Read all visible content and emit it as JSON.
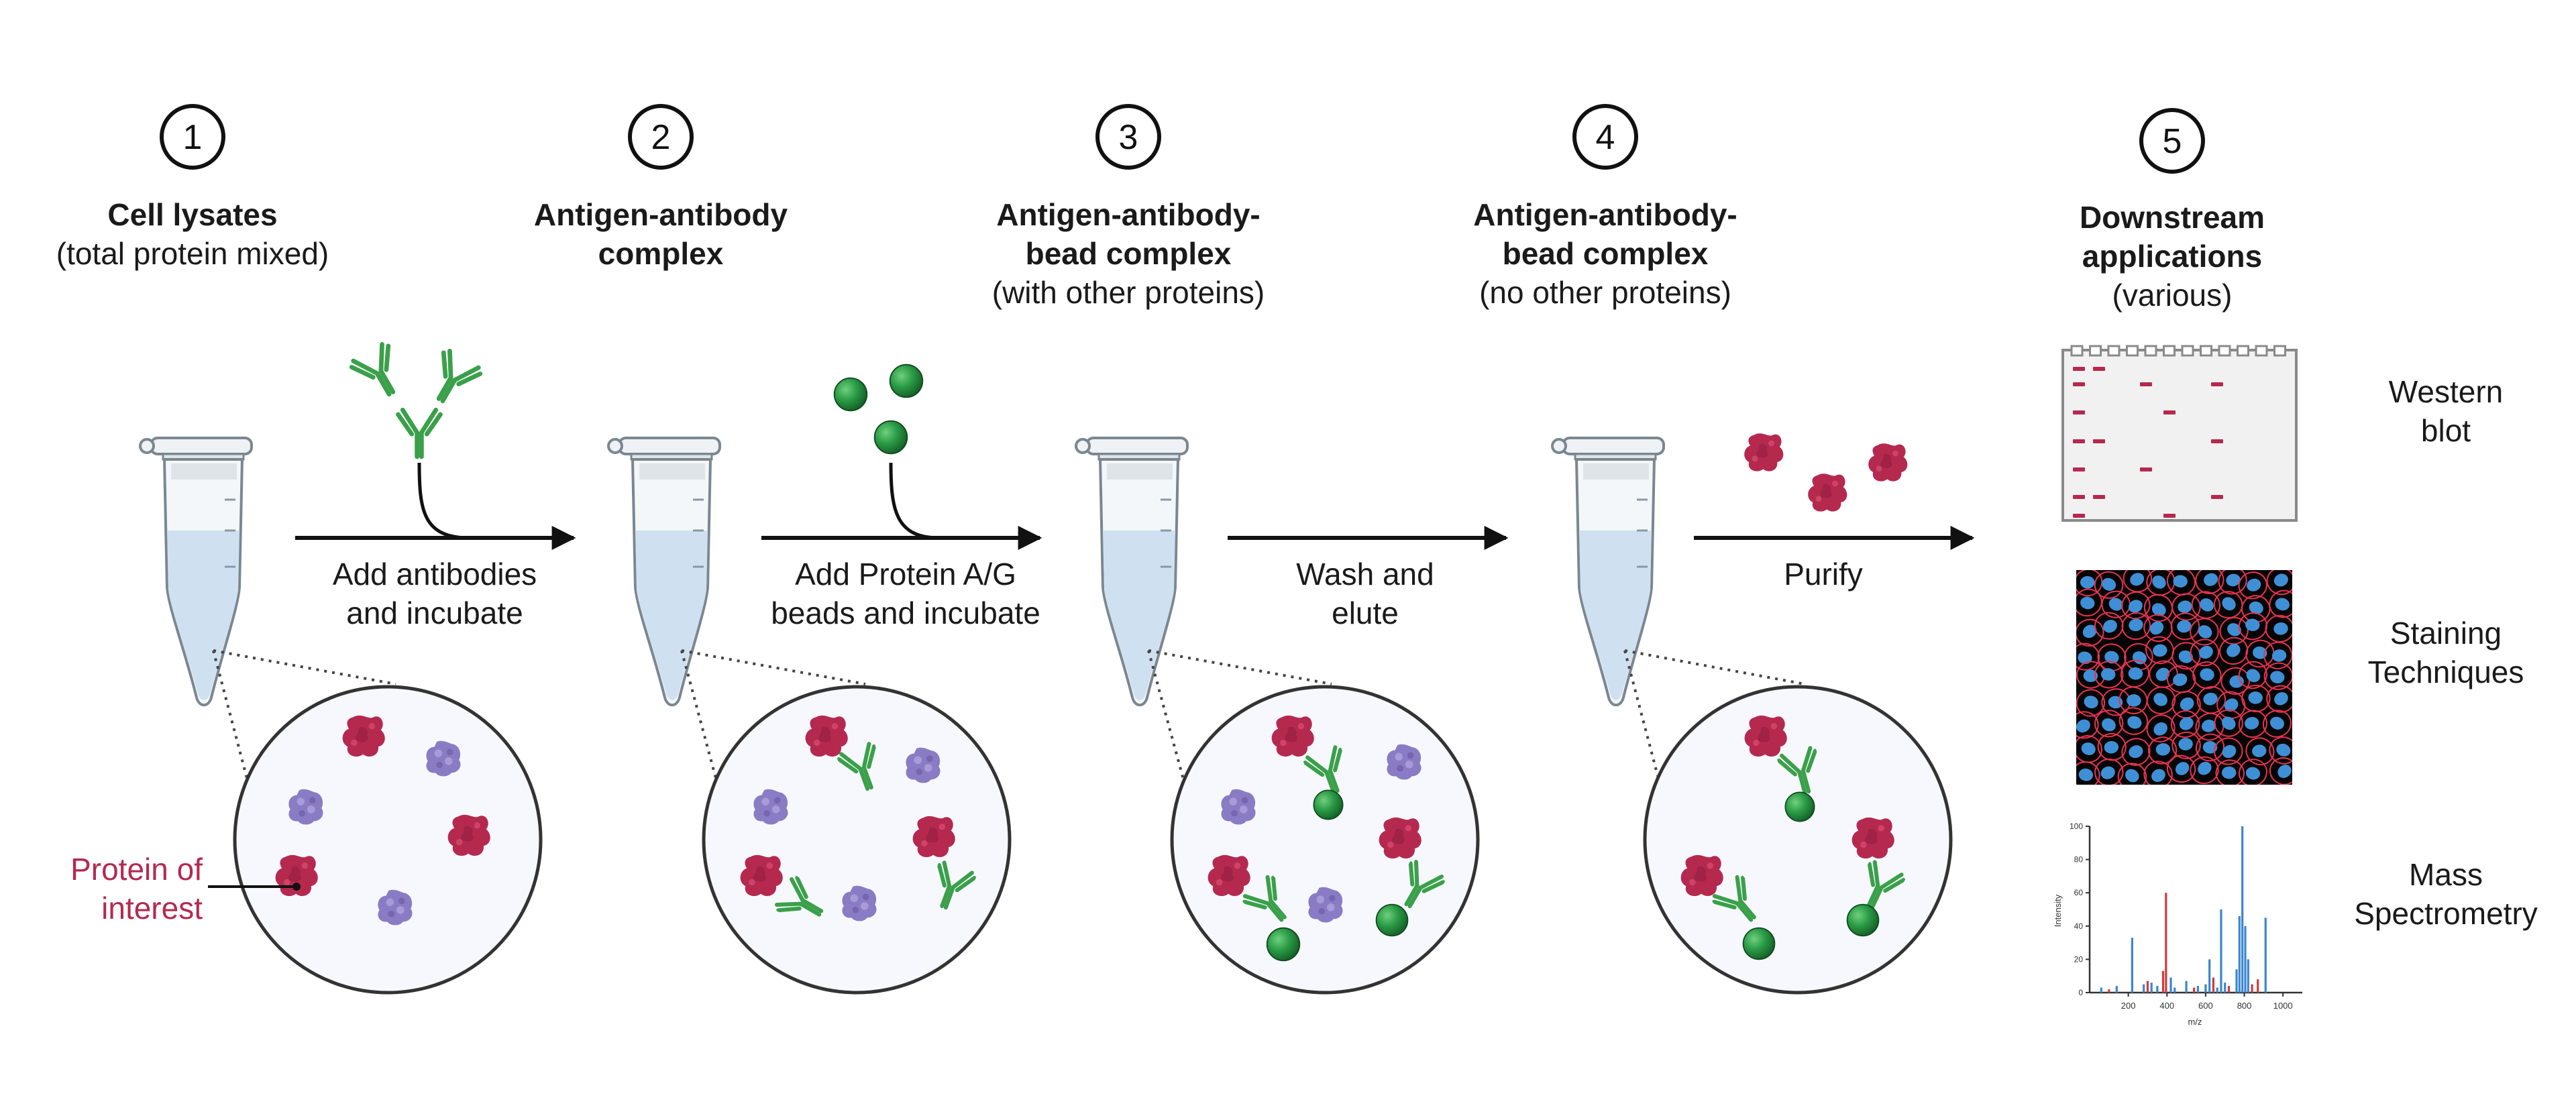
{
  "steps": [
    {
      "number": "1",
      "title_bold": "Cell lysates",
      "title_bold_2": "",
      "subtitle": "(total protein mixed)"
    },
    {
      "number": "2",
      "title_bold": "Antigen-antibody",
      "title_bold_2": "complex",
      "subtitle": ""
    },
    {
      "number": "3",
      "title_bold": "Antigen-antibody-",
      "title_bold_2": "bead complex",
      "subtitle": "(with other proteins)"
    },
    {
      "number": "4",
      "title_bold": "Antigen-antibody-",
      "title_bold_2": "bead complex",
      "subtitle": "(no other proteins)"
    },
    {
      "number": "5",
      "title_bold": "Downstream",
      "title_bold_2": "applications",
      "subtitle": "(various)"
    }
  ],
  "arrows": [
    {
      "line1": "Add antibodies",
      "line2": "and incubate"
    },
    {
      "line1": "Add Protein A/G",
      "line2": "beads and incubate"
    },
    {
      "line1": "Wash and",
      "line2": "elute"
    },
    {
      "line1": "Purify",
      "line2": ""
    }
  ],
  "callout": {
    "line1": "Protein of",
    "line2": "interest"
  },
  "applications": [
    {
      "line1": "Western",
      "line2": "blot"
    },
    {
      "line1": "Staining",
      "line2": "Techniques"
    },
    {
      "line1": "Mass",
      "line2": "Spectrometry"
    }
  ],
  "ms_plot": {
    "xlabel": "m/z",
    "ylabel": "Intensity",
    "x_ticks": [
      "200",
      "400",
      "600",
      "800",
      "1000"
    ],
    "y_ticks": [
      "100",
      "80",
      "60",
      "40",
      "20",
      "0"
    ]
  },
  "colors": {
    "protein_of_interest": "#b5294f",
    "other_protein": "#8a7cc4",
    "antibody": "#3aa04a",
    "bead": "#1f8a3a",
    "tube_liquid": "#d7e6f3",
    "stain_membrane": "#e8324f",
    "stain_nuclei": "#3f8fd6",
    "ms_blue": "#3b86d0",
    "ms_red": "#d23a3a"
  }
}
